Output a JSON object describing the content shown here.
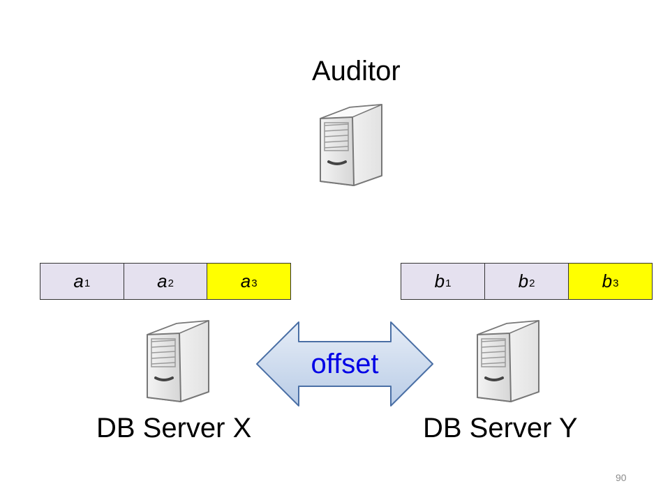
{
  "auditor": {
    "title": "Auditor",
    "icon": "server-icon"
  },
  "server_x": {
    "title": "DB Server X",
    "icon": "server-icon",
    "log": [
      {
        "base": "a",
        "sub": "1",
        "highlight": false
      },
      {
        "base": "a",
        "sub": "2",
        "highlight": false
      },
      {
        "base": "a",
        "sub": "3",
        "highlight": true
      }
    ]
  },
  "server_y": {
    "title": "DB Server Y",
    "icon": "server-icon",
    "log": [
      {
        "base": "b",
        "sub": "1",
        "highlight": false
      },
      {
        "base": "b",
        "sub": "2",
        "highlight": false
      },
      {
        "base": "b",
        "sub": "3",
        "highlight": true
      }
    ]
  },
  "offset": {
    "label": "offset"
  },
  "page_number": "90",
  "colors": {
    "cell": "#e5e1ef",
    "highlight": "#ffff00",
    "arrow_fill": "#d3e0f0",
    "arrow_stroke": "#4a6fa5",
    "offset_text": "#0000e6"
  }
}
